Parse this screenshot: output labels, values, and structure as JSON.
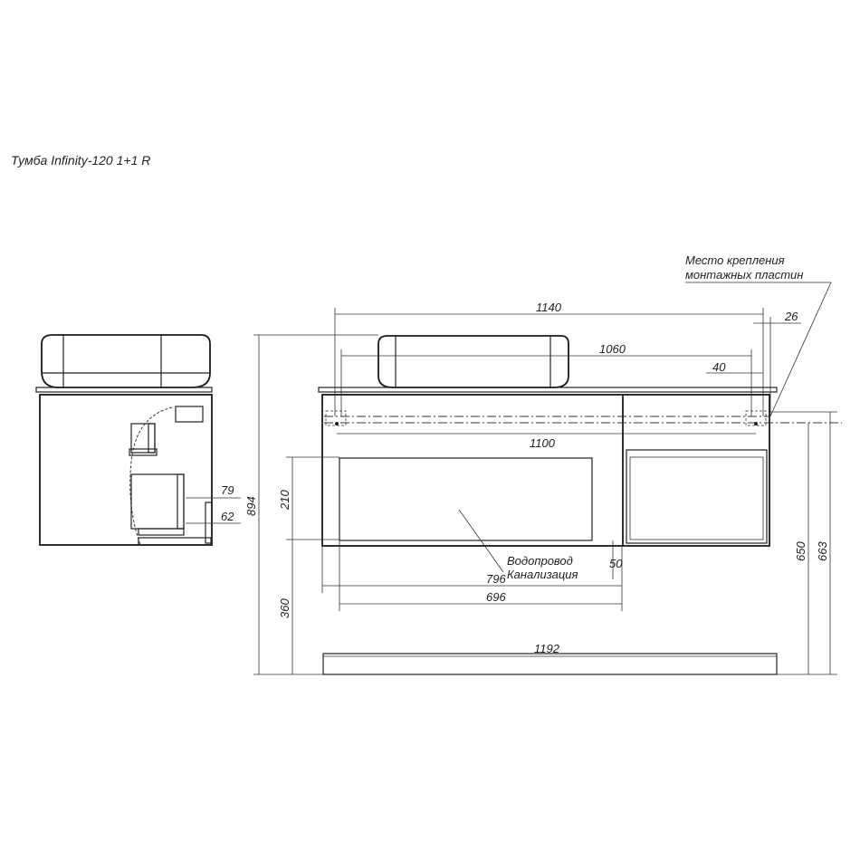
{
  "title": "Тумба Infinity-120 1+1 R",
  "labels": {
    "mounting_line1": "Место крепления",
    "mounting_line2": "монтажных пластин",
    "water": "Водопровод",
    "sewer": "Канализация"
  },
  "dimensions": {
    "d1140": "1140",
    "d26": "26",
    "d1060": "1060",
    "d40": "40",
    "d1100": "1100",
    "d894": "894",
    "d210": "210",
    "d360": "360",
    "d650": "650",
    "d663": "663",
    "d796": "796",
    "d696": "696",
    "d50": "50",
    "d1192": "1192",
    "d79": "79",
    "d62": "62"
  }
}
